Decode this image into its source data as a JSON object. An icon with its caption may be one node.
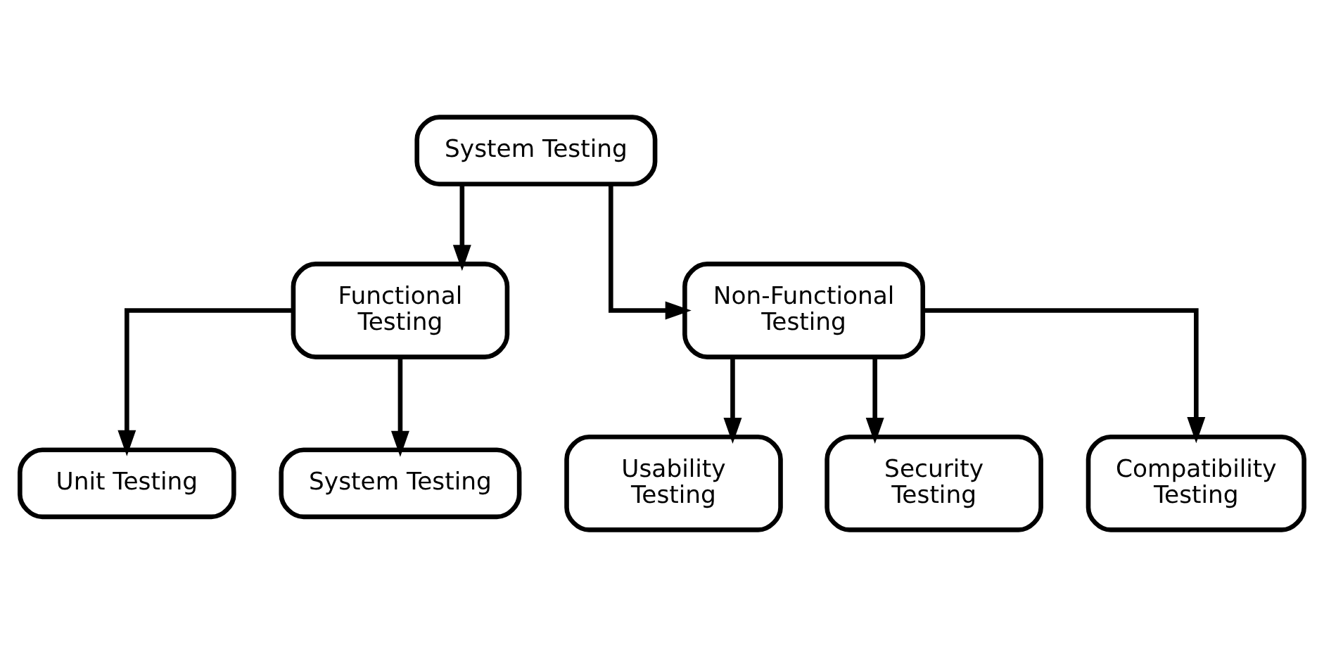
{
  "diagram": {
    "nodes": [
      {
        "text": [
          "System Testing"
        ]
      },
      {
        "text": [
          "Functional Testing"
        ]
      },
      {
        "text": [
          "Non-Functional Testing"
        ]
      },
      {
        "text": [
          "Unit Testing"
        ]
      },
      {
        "text": [
          "System Testing"
        ]
      },
      {
        "text": [
          "Usability Testing"
        ]
      },
      {
        "text": [
          "Security Testing"
        ]
      },
      {
        "text": [
          "Compatibility Testing"
        ]
      }
    ],
    "edges": [
      {
        "from": 0,
        "to": 1,
        "arrow": "to"
      },
      {
        "from": 0,
        "to": 2,
        "arrow": "to"
      },
      {
        "from": 1,
        "to": 3,
        "arrow": "to"
      },
      {
        "from": 1,
        "to": 4,
        "arrow": "to"
      },
      {
        "from": 2,
        "to": 5,
        "arrow": "to"
      },
      {
        "from": 2,
        "to": 6,
        "arrow": "to"
      },
      {
        "from": 2,
        "to": 7,
        "arrow": "to"
      }
    ]
  }
}
